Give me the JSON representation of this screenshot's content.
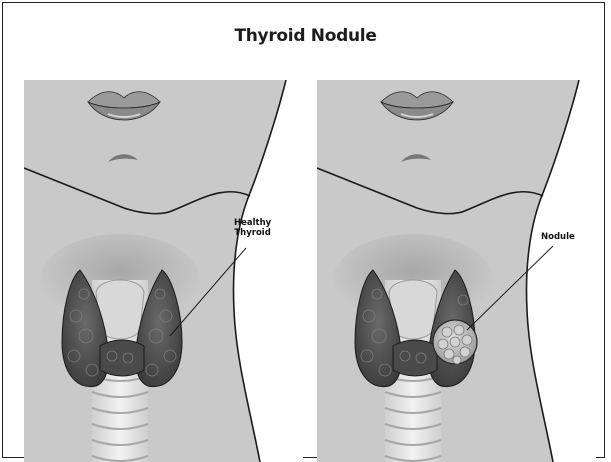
{
  "title": "Thyroid Nodule",
  "panels": [
    {
      "id": "healthy",
      "callout_lines": [
        "Healthy",
        "Thyroid"
      ]
    },
    {
      "id": "nodule",
      "callout_lines": [
        "Nodule"
      ]
    }
  ],
  "colors": {
    "skin": "#c9c9c9",
    "skin_shadow": "#b4b4b4",
    "thyroid": "#555555",
    "thyroid_dark": "#3a3a3a",
    "nodule": "#b8b8b8",
    "trachea": "#e6e6e6",
    "lips": "#9a9a9a",
    "outline": "#1a1a1a"
  }
}
